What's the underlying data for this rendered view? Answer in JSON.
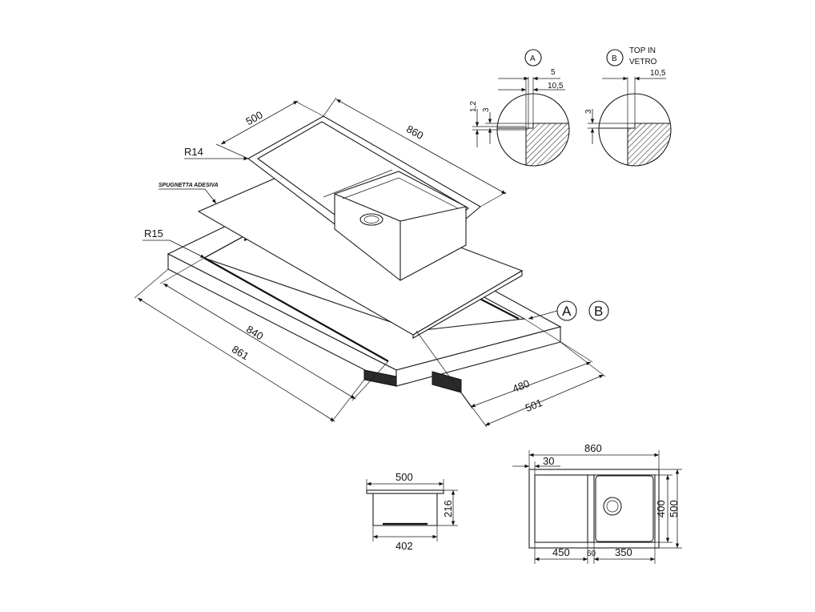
{
  "isometric": {
    "width_top": "500",
    "length_top": "860",
    "radius_top": "R14",
    "adhesive_label": "SPUGNETTA ADESIVA",
    "radius_cutout": "R15",
    "cutout_length": "840",
    "worktop_length": "861",
    "cutout_width": "480",
    "worktop_width": "501",
    "callout_a": "A",
    "callout_b": "B"
  },
  "detail_a": {
    "label": "A",
    "dim_5": "5",
    "dim_105": "10,5",
    "dim_12": "1,2",
    "dim_3": "3"
  },
  "detail_b": {
    "label": "B",
    "title_line1": "TOP IN",
    "title_line2": "VETRO",
    "dim_105": "10,5",
    "dim_3": "3"
  },
  "side_view": {
    "top_width": "500",
    "bottom_width": "402",
    "height": "216"
  },
  "plan_view": {
    "total_width": "860",
    "edge_offset": "30",
    "depth_inner": "400",
    "depth_total": "500",
    "drainer_width": "450",
    "gap": "60",
    "bowl_width": "350"
  }
}
